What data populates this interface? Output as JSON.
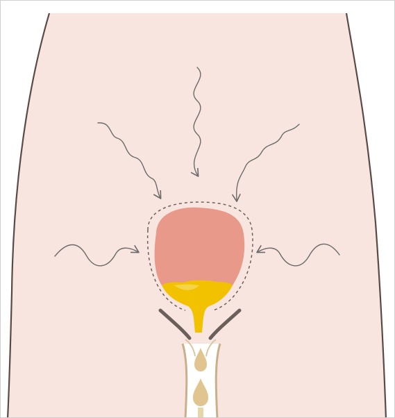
{
  "colors": {
    "background": "#ffffff",
    "body_fill": "#f8e5df",
    "body_outline": "#5a4a45",
    "bladder_fill": "#e9998a",
    "urine_fill": "#f2c200",
    "urine_light": "#f7dc6a",
    "dashed_outline": "#6b5f5c",
    "pressure_arrow": "#6b6a6a",
    "urethra_fill": "#ffffff",
    "urethra_outline": "#c9b08a"
  },
  "icons": {
    "pressure_arrows": [
      "wavy-arrow-icon",
      "wavy-arrow-icon",
      "wavy-arrow-icon",
      "wavy-arrow-icon",
      "wavy-arrow-icon"
    ],
    "urine_drops": [
      "drop-icon",
      "drop-icon"
    ]
  },
  "diagram": {
    "subject": "bladder-under-pressure",
    "pressure_arrow_count": 5,
    "urine_drop_count": 2
  }
}
